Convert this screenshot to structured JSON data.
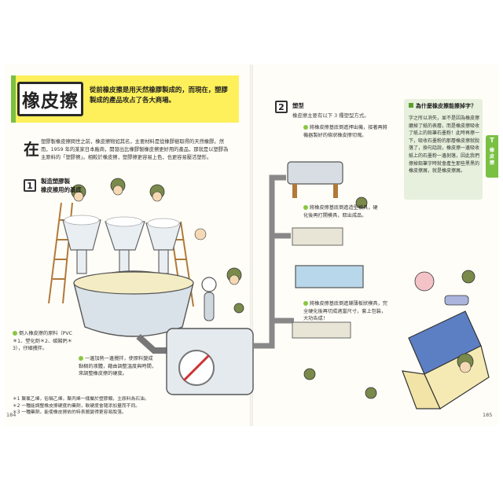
{
  "title": "橡皮擦",
  "title_intro": "從前橡皮擦是用天然橡膠製成的，而現在，塑膠製成的產品攻占了各大商場。",
  "intro": {
    "dropcap": "在",
    "text": "塑膠製橡皮擦問世之前，橡皮擦物如其名，主要材料是從橡膠樹取得的天然橡膠。然而，1959 年的某家日本廠商，開發出比橡膠製橡皮擦更好用的產品，那就是以塑膠為主原料的「塑膠擦」。相較於橡皮擦，塑膠擦更容易上色，也更容易壓活塑形。"
  },
  "step1": {
    "num": "1",
    "title_line1": "製造塑膠製",
    "title_line2": "橡皮擦用的基底"
  },
  "step2": {
    "num": "2",
    "title": "塑型",
    "sub": "橡皮擦主要有以下 3 種塑型方式。"
  },
  "notes": {
    "raw_material": "倒入橡皮擦的原料（PVC＊1、塑化劑＊2、碳酸鈣＊3），仔細攪拌。",
    "heat": "一邊加熱一邊攪拌，使原料變成黏稠的液體，藉由調整溫度與時間，來調整橡皮擦的硬度。",
    "method1": "將橡皮擦基底倒進押出機，接著再將機器製好的條狀橡皮擦切塊。",
    "method2": "將橡皮擦基底倒進造型模具，硬化後再打開模具，取出成品。",
    "method3": "將橡皮擦基底倒進鋪薄板狀模具，完全硬化後再切成適當尺寸，套上包裝，大功告成！"
  },
  "sidebar": {
    "title": "為什麼橡皮擦能擦掉字？",
    "body": "字之所以消失，並不是因為橡皮擦磨掉了紙的表層，而是橡皮擦吸收了紙上的鉛筆石墨粉！此時再擦一下，吸收石墨粉的那層橡皮擦就脫落了，換句話說，橡皮擦一邊吸收紙上的石墨粉一邊剝落，因此我們擦掉鉛筆字時就會產生那些黑黑的橡皮擦屑，就是橡皮擦屑。"
  },
  "tab": {
    "letter": "T",
    "label": "橡皮擦"
  },
  "footnotes": [
    "＊1 聚氯乙烯，俗稱乙烯，聚丙烯一樣屬於塑膠類，主原料為石油。",
    "＊2 一種能調整橡皮擦硬度的藥劑，軟硬度會隨添加量而不同。",
    "＊3 一種藥劑，能使橡皮擦依的特表層變得更容易脫落。"
  ],
  "page_left": "184",
  "page_right": "185",
  "colors": {
    "banner": "#fdf05a",
    "accent_green": "#7ac043",
    "sidebar_bg": "#e6f0dc"
  }
}
